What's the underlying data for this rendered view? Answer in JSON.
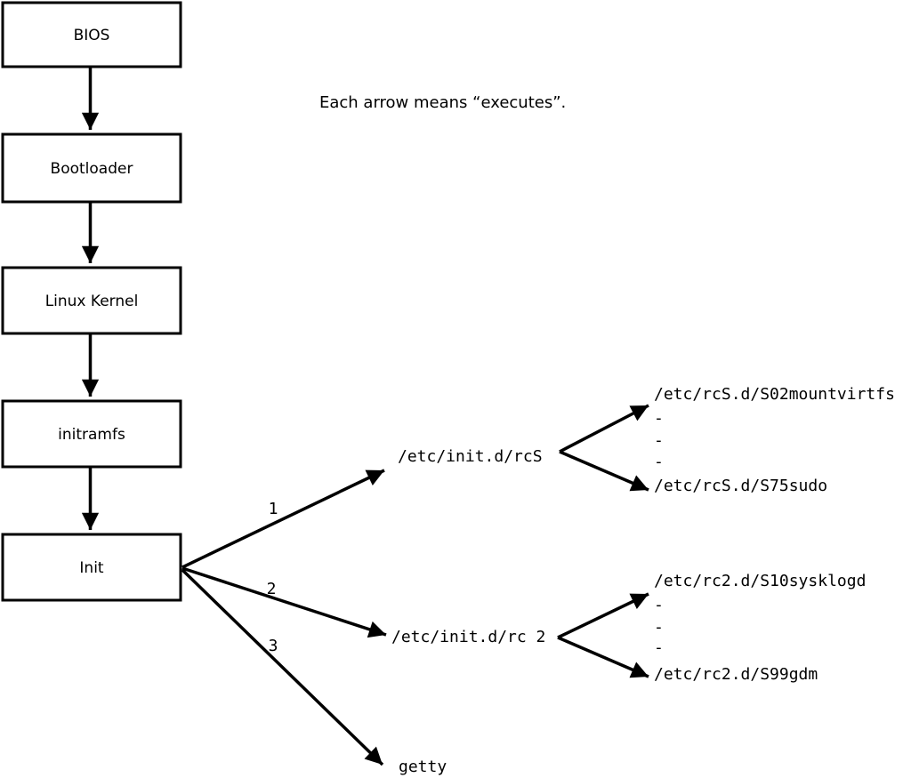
{
  "colors": {
    "ink": "#000000",
    "background": "#ffffff",
    "box_fill": "#ffffff"
  },
  "note": "Each arrow means “executes”.",
  "chain": {
    "boxes": [
      {
        "label": "BIOS"
      },
      {
        "label": "Bootloader"
      },
      {
        "label": "Linux Kernel"
      },
      {
        "label": "initramfs"
      },
      {
        "label": "Init"
      }
    ]
  },
  "branches": [
    {
      "order": "1",
      "target": "/etc/init.d/rcS",
      "children": [
        "/etc/rcS.d/S02mountvirtfs",
        "-",
        "-",
        "-",
        "/etc/rcS.d/S75sudo"
      ]
    },
    {
      "order": "2",
      "target": "/etc/init.d/rc 2",
      "children": [
        "/etc/rc2.d/S10sysklogd",
        "-",
        "-",
        "-",
        "/etc/rc2.d/S99gdm"
      ]
    },
    {
      "order": "3",
      "target": "getty",
      "children": []
    }
  ]
}
